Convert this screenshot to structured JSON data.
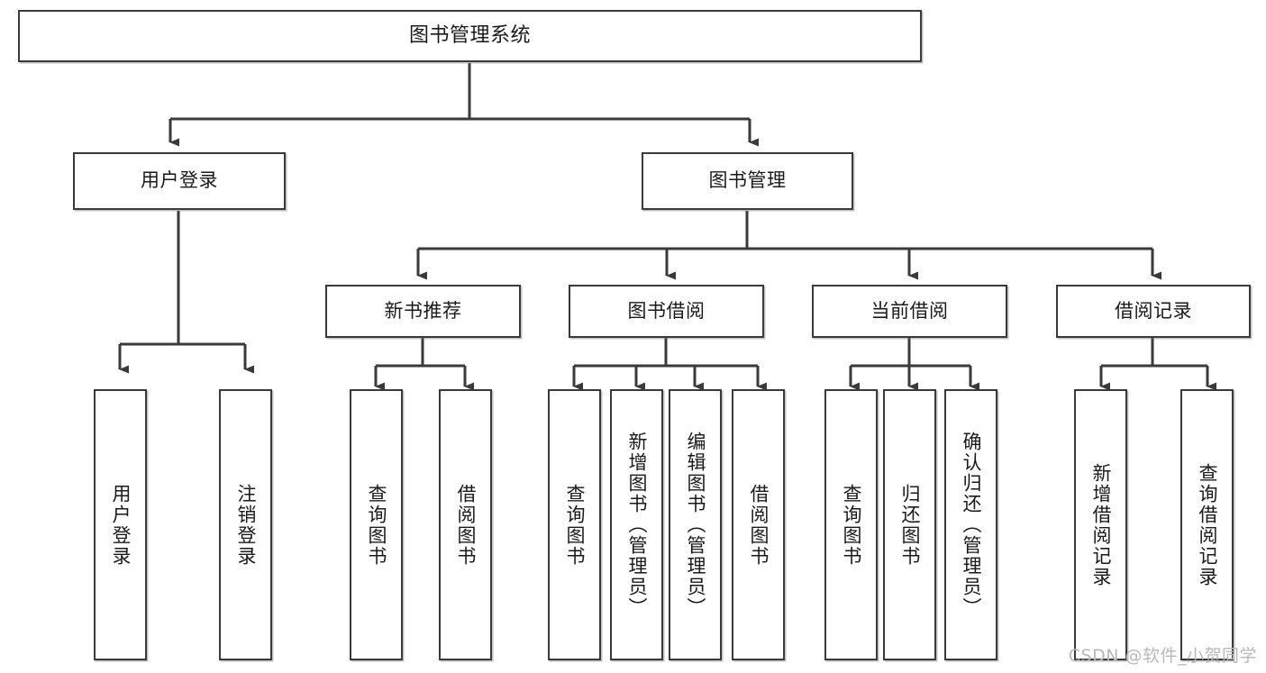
{
  "diagram": {
    "title": "图书管理系统",
    "type": "tree",
    "watermark": "CSDN @软件_小贺同学",
    "colors": {
      "node_border": "#3a3a3a",
      "node_fill": "#ffffff",
      "edge": "#3a3a3a",
      "background": "#ffffff",
      "watermark": "#b9b9b9"
    },
    "root": {
      "label": "图书管理系统"
    },
    "level2": [
      {
        "id": "user-login",
        "label": "用户登录"
      },
      {
        "id": "book-manage",
        "label": "图书管理"
      }
    ],
    "level3": [
      {
        "id": "new-book-rec",
        "label": "新书推荐"
      },
      {
        "id": "book-borrow",
        "label": "图书借阅"
      },
      {
        "id": "current-borrow",
        "label": "当前借阅"
      },
      {
        "id": "borrow-record",
        "label": "借阅记录"
      }
    ],
    "leaves": {
      "user_login": [
        {
          "id": "leaf-user-login",
          "label": "用户登录"
        },
        {
          "id": "leaf-logout-login",
          "label": "注销登录"
        }
      ],
      "new_book_rec": [
        {
          "id": "leaf-query-book-1",
          "label": "查询图书"
        },
        {
          "id": "leaf-borrow-book-1",
          "label": "借阅图书"
        }
      ],
      "book_borrow": [
        {
          "id": "leaf-query-book-2",
          "label": "查询图书"
        },
        {
          "id": "leaf-add-book",
          "label": "新增图书（管理员）"
        },
        {
          "id": "leaf-edit-book",
          "label": "编辑图书（管理员）"
        },
        {
          "id": "leaf-borrow-book-2",
          "label": "借阅图书"
        }
      ],
      "current_borrow": [
        {
          "id": "leaf-query-book-3",
          "label": "查询图书"
        },
        {
          "id": "leaf-return-book",
          "label": "归还图书"
        },
        {
          "id": "leaf-confirm-return",
          "label": "确认归还（管理员）"
        }
      ],
      "borrow_record": [
        {
          "id": "leaf-add-record",
          "label": "新增借阅记录"
        },
        {
          "id": "leaf-query-record",
          "label": "查询借阅记录"
        }
      ]
    }
  }
}
